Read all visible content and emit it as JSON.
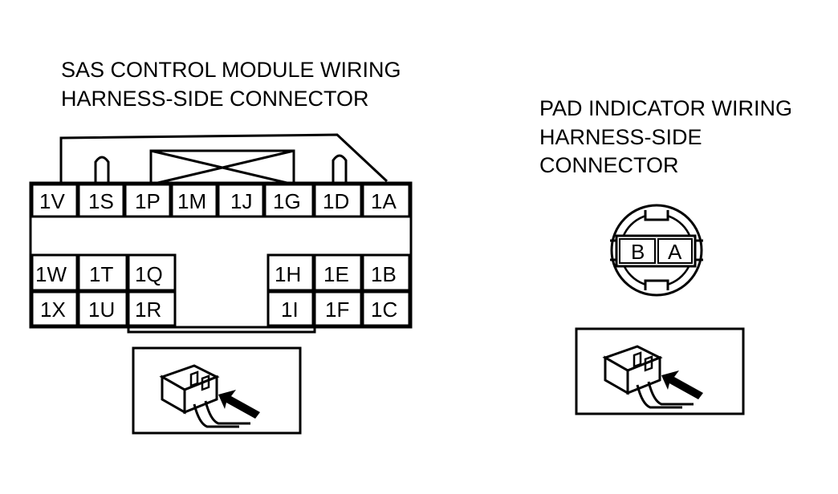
{
  "colors": {
    "ink": "#000000",
    "background": "#ffffff"
  },
  "sas_connector": {
    "title_line1": "SAS CONTROL MODULE WIRING",
    "title_line2": "HARNESS-SIDE CONNECTOR",
    "row1": [
      "1V",
      "1S",
      "1P",
      "1M",
      "1J",
      "1G",
      "1D",
      "1A"
    ],
    "row2_left": [
      "1W",
      "1T",
      "1Q"
    ],
    "row2_right": [
      "1H",
      "1E",
      "1B"
    ],
    "row3_left": [
      "1X",
      "1U",
      "1R"
    ],
    "row3_right": [
      "1I",
      "1F",
      "1C"
    ],
    "view_icon": "harness-side-view-icon"
  },
  "pad_connector": {
    "title_line1": "PAD INDICATOR WIRING",
    "title_line2": "HARNESS-SIDE",
    "title_line3": "CONNECTOR",
    "pins": [
      "B",
      "A"
    ],
    "view_icon": "harness-side-view-icon"
  }
}
